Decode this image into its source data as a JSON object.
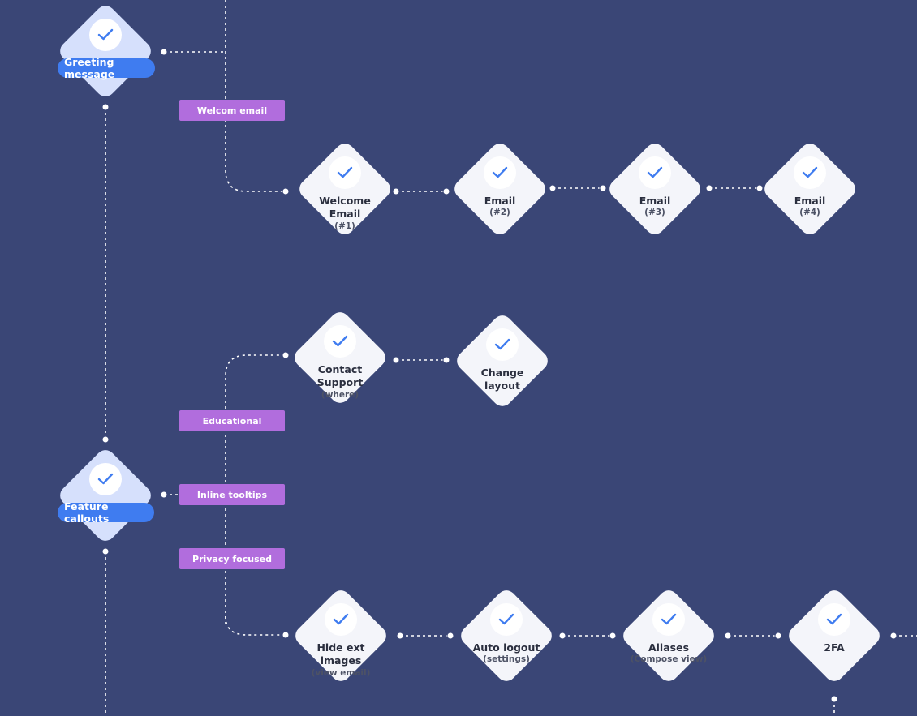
{
  "main_nodes": {
    "greeting": "Greeting message",
    "callouts": "Feature callouts"
  },
  "tags": {
    "welcome": "Welcom email",
    "educational": "Educational",
    "inline": "Inline tooltips",
    "privacy": "Privacy focused"
  },
  "email_flow": [
    {
      "label": "Welcome\nEmail",
      "sub": "(#1)"
    },
    {
      "label": "Email",
      "sub": "(#2)"
    },
    {
      "label": "Email",
      "sub": "(#3)"
    },
    {
      "label": "Email",
      "sub": "(#4)"
    }
  ],
  "educational_flow": [
    {
      "label": "Contact\nSupport",
      "sub": "(where)"
    },
    {
      "label": "Change\nlayout",
      "sub": ""
    }
  ],
  "privacy_flow": [
    {
      "label": "Hide ext\nimages",
      "sub": "(view email)"
    },
    {
      "label": "Auto logout",
      "sub": "(settings)"
    },
    {
      "label": "Aliases",
      "sub": "(Compose view)"
    },
    {
      "label": "2FA",
      "sub": ""
    }
  ],
  "colors": {
    "background": "#3a4676",
    "node": "#f4f5fa",
    "main_node": "#d6e0fc",
    "check": "#3f7cf0",
    "pill": "#3f7cf0",
    "tag": "#b16ddd"
  },
  "icons": {
    "check": "check-icon"
  }
}
